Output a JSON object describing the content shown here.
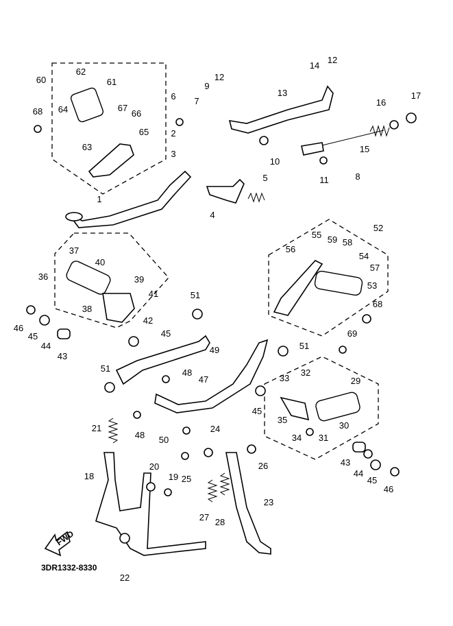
{
  "diagram_code": "3DR1332-8330",
  "fwd_arrow": "FWD",
  "labels": {
    "g60": "60",
    "p62": "62",
    "p61": "61",
    "p68a": "68",
    "p64": "64",
    "p67": "67",
    "p66": "66",
    "p65": "65",
    "p63": "63",
    "p1": "1",
    "p6": "6",
    "p7": "7",
    "p2": "2",
    "p3": "3",
    "p9": "9",
    "p12a": "12",
    "p13": "13",
    "p14": "14",
    "p12b": "12",
    "p16": "16",
    "p17": "17",
    "p15": "15",
    "p8": "8",
    "p10": "10",
    "p11": "11",
    "p5": "5",
    "p4": "4",
    "g52": "52",
    "p55": "55",
    "p59": "59",
    "p58": "58",
    "p54": "54",
    "p57": "57",
    "p56": "56",
    "p53": "53",
    "p68b": "68",
    "p69": "69",
    "p37": "37",
    "p40": "40",
    "p39": "39",
    "p41": "41",
    "p42": "42",
    "p38": "38",
    "g36": "36",
    "p46a": "46",
    "p45a": "45",
    "p44a": "44",
    "p43a": "43",
    "p45b": "45",
    "p51a": "51",
    "p49": "49",
    "p51b": "51",
    "g29": "29",
    "p33": "33",
    "p32": "32",
    "p30": "30",
    "p35": "35",
    "p34": "34",
    "p31": "31",
    "p51c": "51",
    "p48a": "48",
    "p47": "47",
    "p45c": "45",
    "p48b": "48",
    "p50": "50",
    "p21": "21",
    "p24": "24",
    "p26": "26",
    "p20": "20",
    "p25": "25",
    "p19": "19",
    "p18": "18",
    "p27": "27",
    "p28": "28",
    "p23": "23",
    "p22": "22",
    "p43b": "43",
    "p44b": "44",
    "p45d": "45",
    "p46b": "46"
  }
}
